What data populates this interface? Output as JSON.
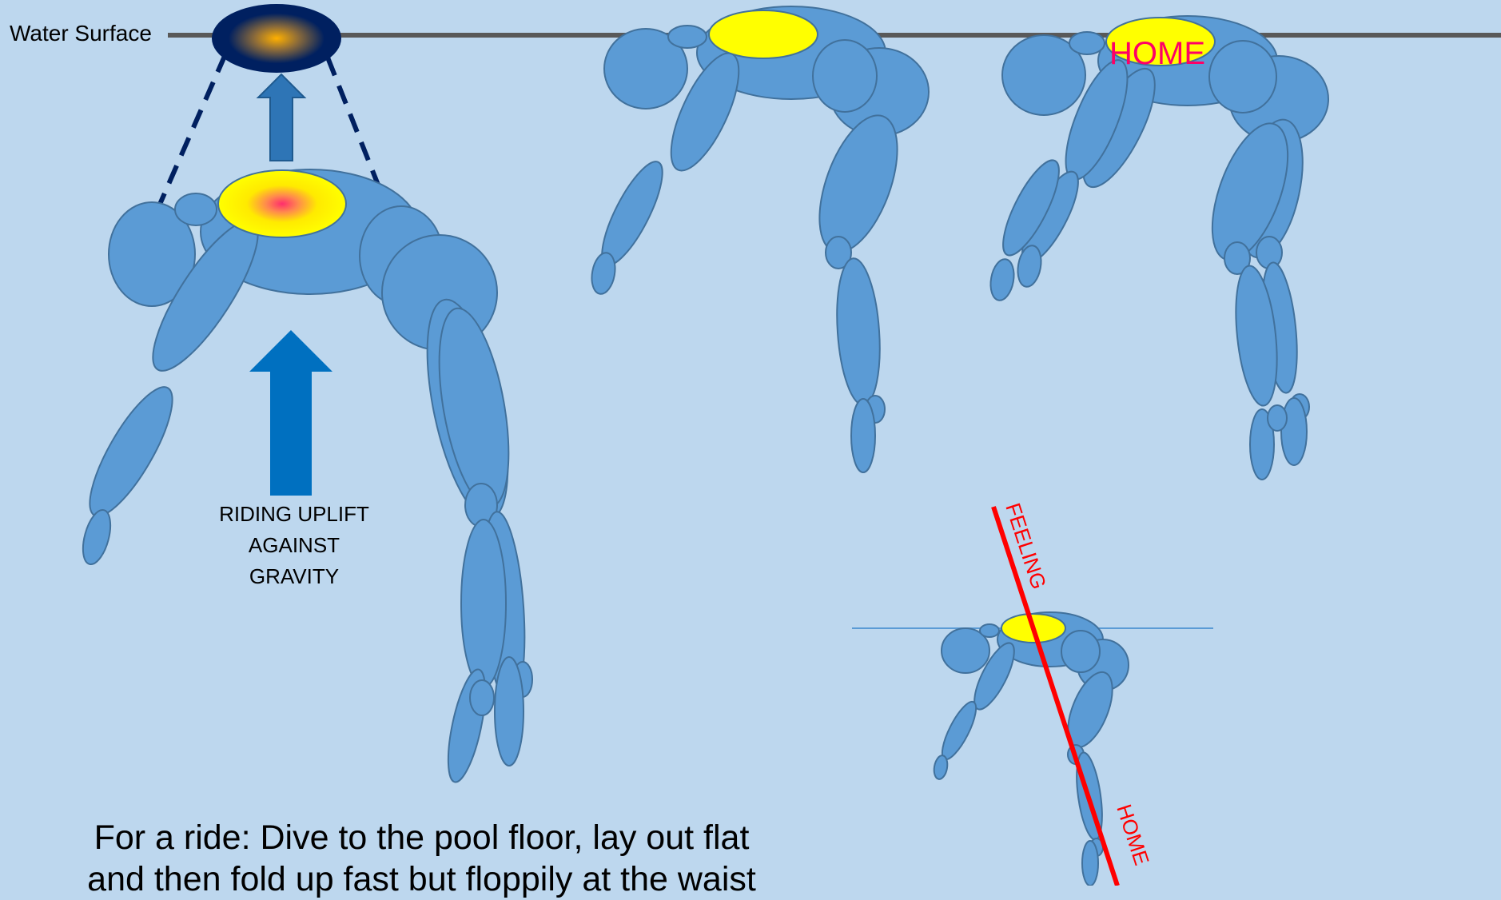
{
  "labels": {
    "water_surface": "Water Surface",
    "uplift_line1": "RIDING UPLIFT",
    "uplift_line2": "AGAINST",
    "uplift_line3": "GRAVITY",
    "home_surface": "HOME",
    "feeling": "FEELING",
    "home_axis": "HOME",
    "caption_line1": "For a ride: Dive to the pool floor, lay out flat",
    "caption_line2": "and then fold up fast but floppily at the waist"
  },
  "colors": {
    "background": "#bdd7ee",
    "body": "#5b9bd5",
    "body_stroke": "#41719c",
    "core": "#ffff00",
    "surface_line": "#595959",
    "float_shadow": "#002060",
    "arrow": "#0070c0",
    "axis": "#ff0000",
    "home_text": "#ff0066"
  }
}
